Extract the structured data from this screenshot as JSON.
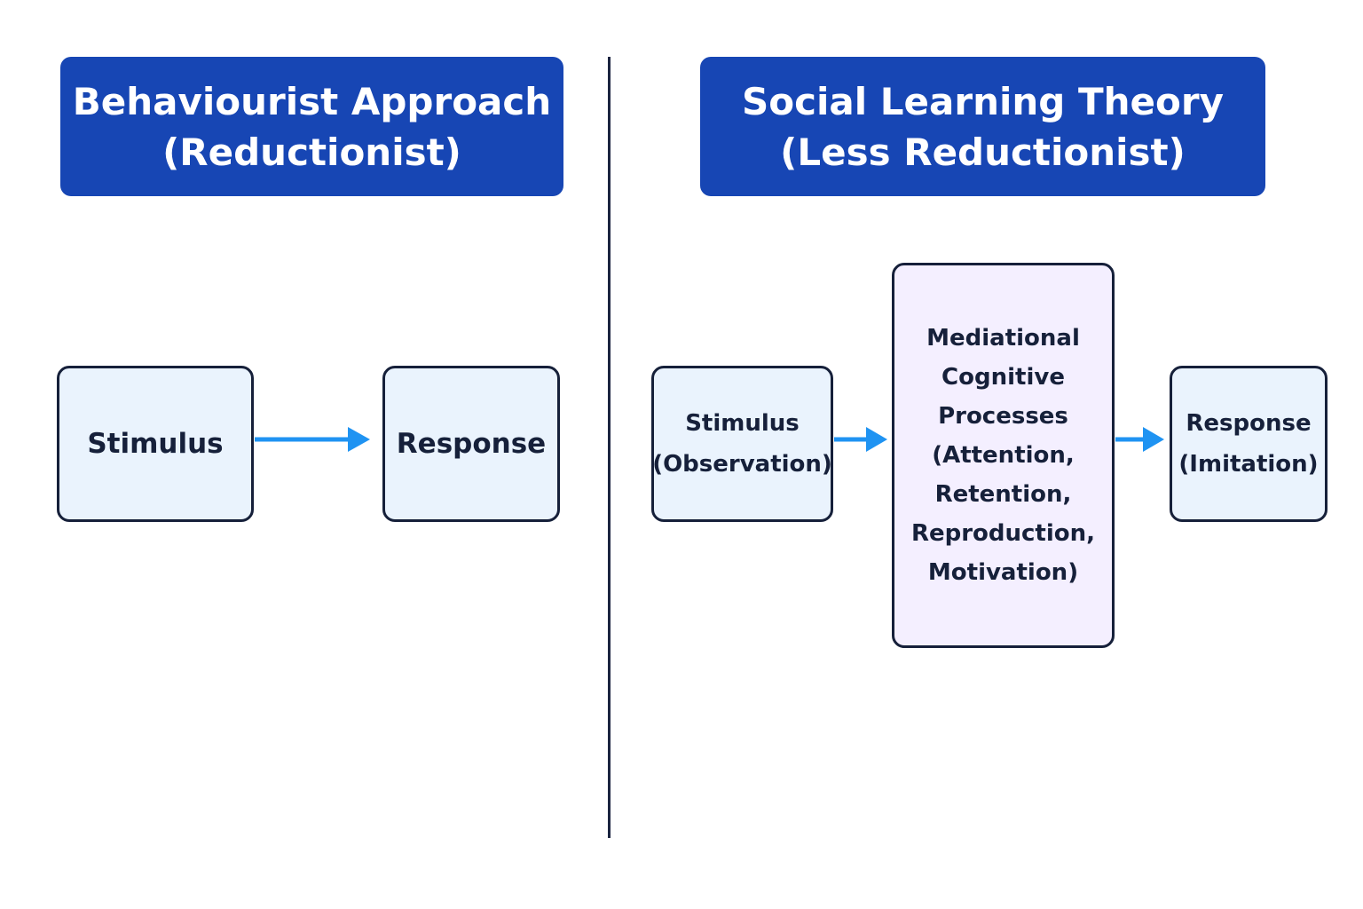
{
  "colors": {
    "header_bg": "#1746b4",
    "header_text": "#ffffff",
    "node_fill": "#eaf3fd",
    "mediational_fill": "#f4efff",
    "node_border": "#16203a",
    "arrow": "#1f93f2",
    "divider": "#1b2440"
  },
  "left": {
    "title": [
      "Behaviourist Approach",
      "(Reductionist)"
    ],
    "stimulus": "Stimulus",
    "response": "Response"
  },
  "right": {
    "title": [
      "Social Learning Theory",
      "(Less Reductionist)"
    ],
    "stimulus": [
      "Stimulus",
      "(Observation)"
    ],
    "mediational": [
      "Mediational",
      "Cognitive",
      "Processes",
      "(Attention,",
      "Retention,",
      "Reproduction,",
      "Motivation)"
    ],
    "response": [
      "Response",
      "(Imitation)"
    ]
  }
}
